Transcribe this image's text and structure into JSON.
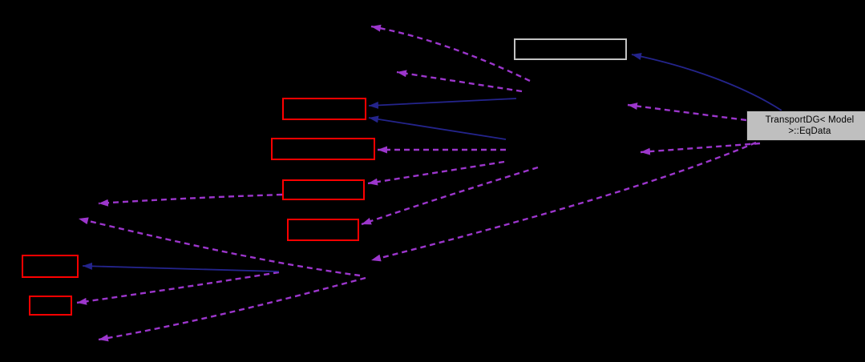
{
  "diagram": {
    "kind": "collaboration-graph",
    "main_node": {
      "label_line1": "TransportDG< Model",
      "label_line2": ">::EqData"
    },
    "colors": {
      "background": "#000000",
      "inheritance_edge": "#24248c",
      "usage_edge": "#9c36cc",
      "truncated_node_border": "#ff0000",
      "plain_node_border": "#c3c3c3",
      "main_node_fill": "#bfbfbf",
      "main_node_text": "#000000"
    }
  }
}
